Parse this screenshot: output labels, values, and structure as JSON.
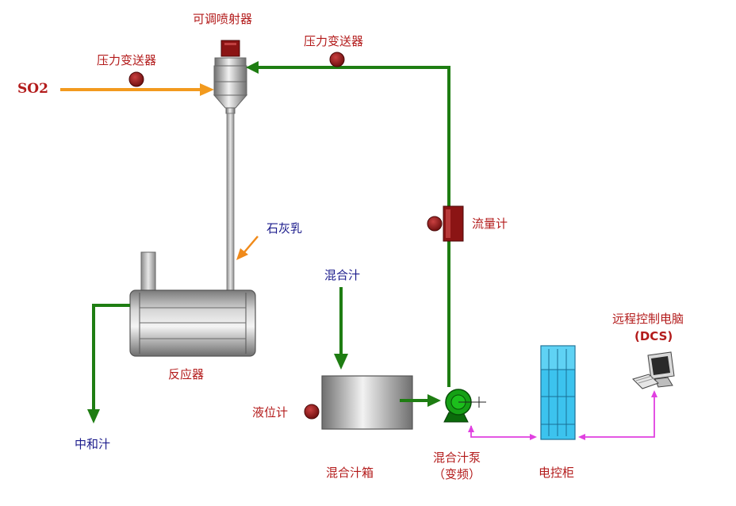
{
  "labels": {
    "so2": "SO2",
    "pt_left": "压力变送器",
    "injector": "可调喷射器",
    "pt_top": "压力变送器",
    "lime_milk": "石灰乳",
    "flow_meter": "流量计",
    "reactor": "反应器",
    "neutral_juice": "中和汁",
    "mixed_juice": "混合汁",
    "level_meter": "液位计",
    "mix_tank": "混合汁箱",
    "pump_line1": "混合汁泵",
    "pump_line2": "（变频）",
    "cabinet": "电控柜",
    "remote_pc": "远程控制电脑",
    "dcs": "(DCS)"
  },
  "colors": {
    "pipe_green": "#1e7d12",
    "so2_orange": "#f29a1e",
    "signal_magenta": "#e040e0",
    "sensor_red": "#8b1414",
    "label_red": "#b31b1b",
    "label_blue": "#1c1c8c",
    "cabinet_blue": "#3cc3ee"
  }
}
